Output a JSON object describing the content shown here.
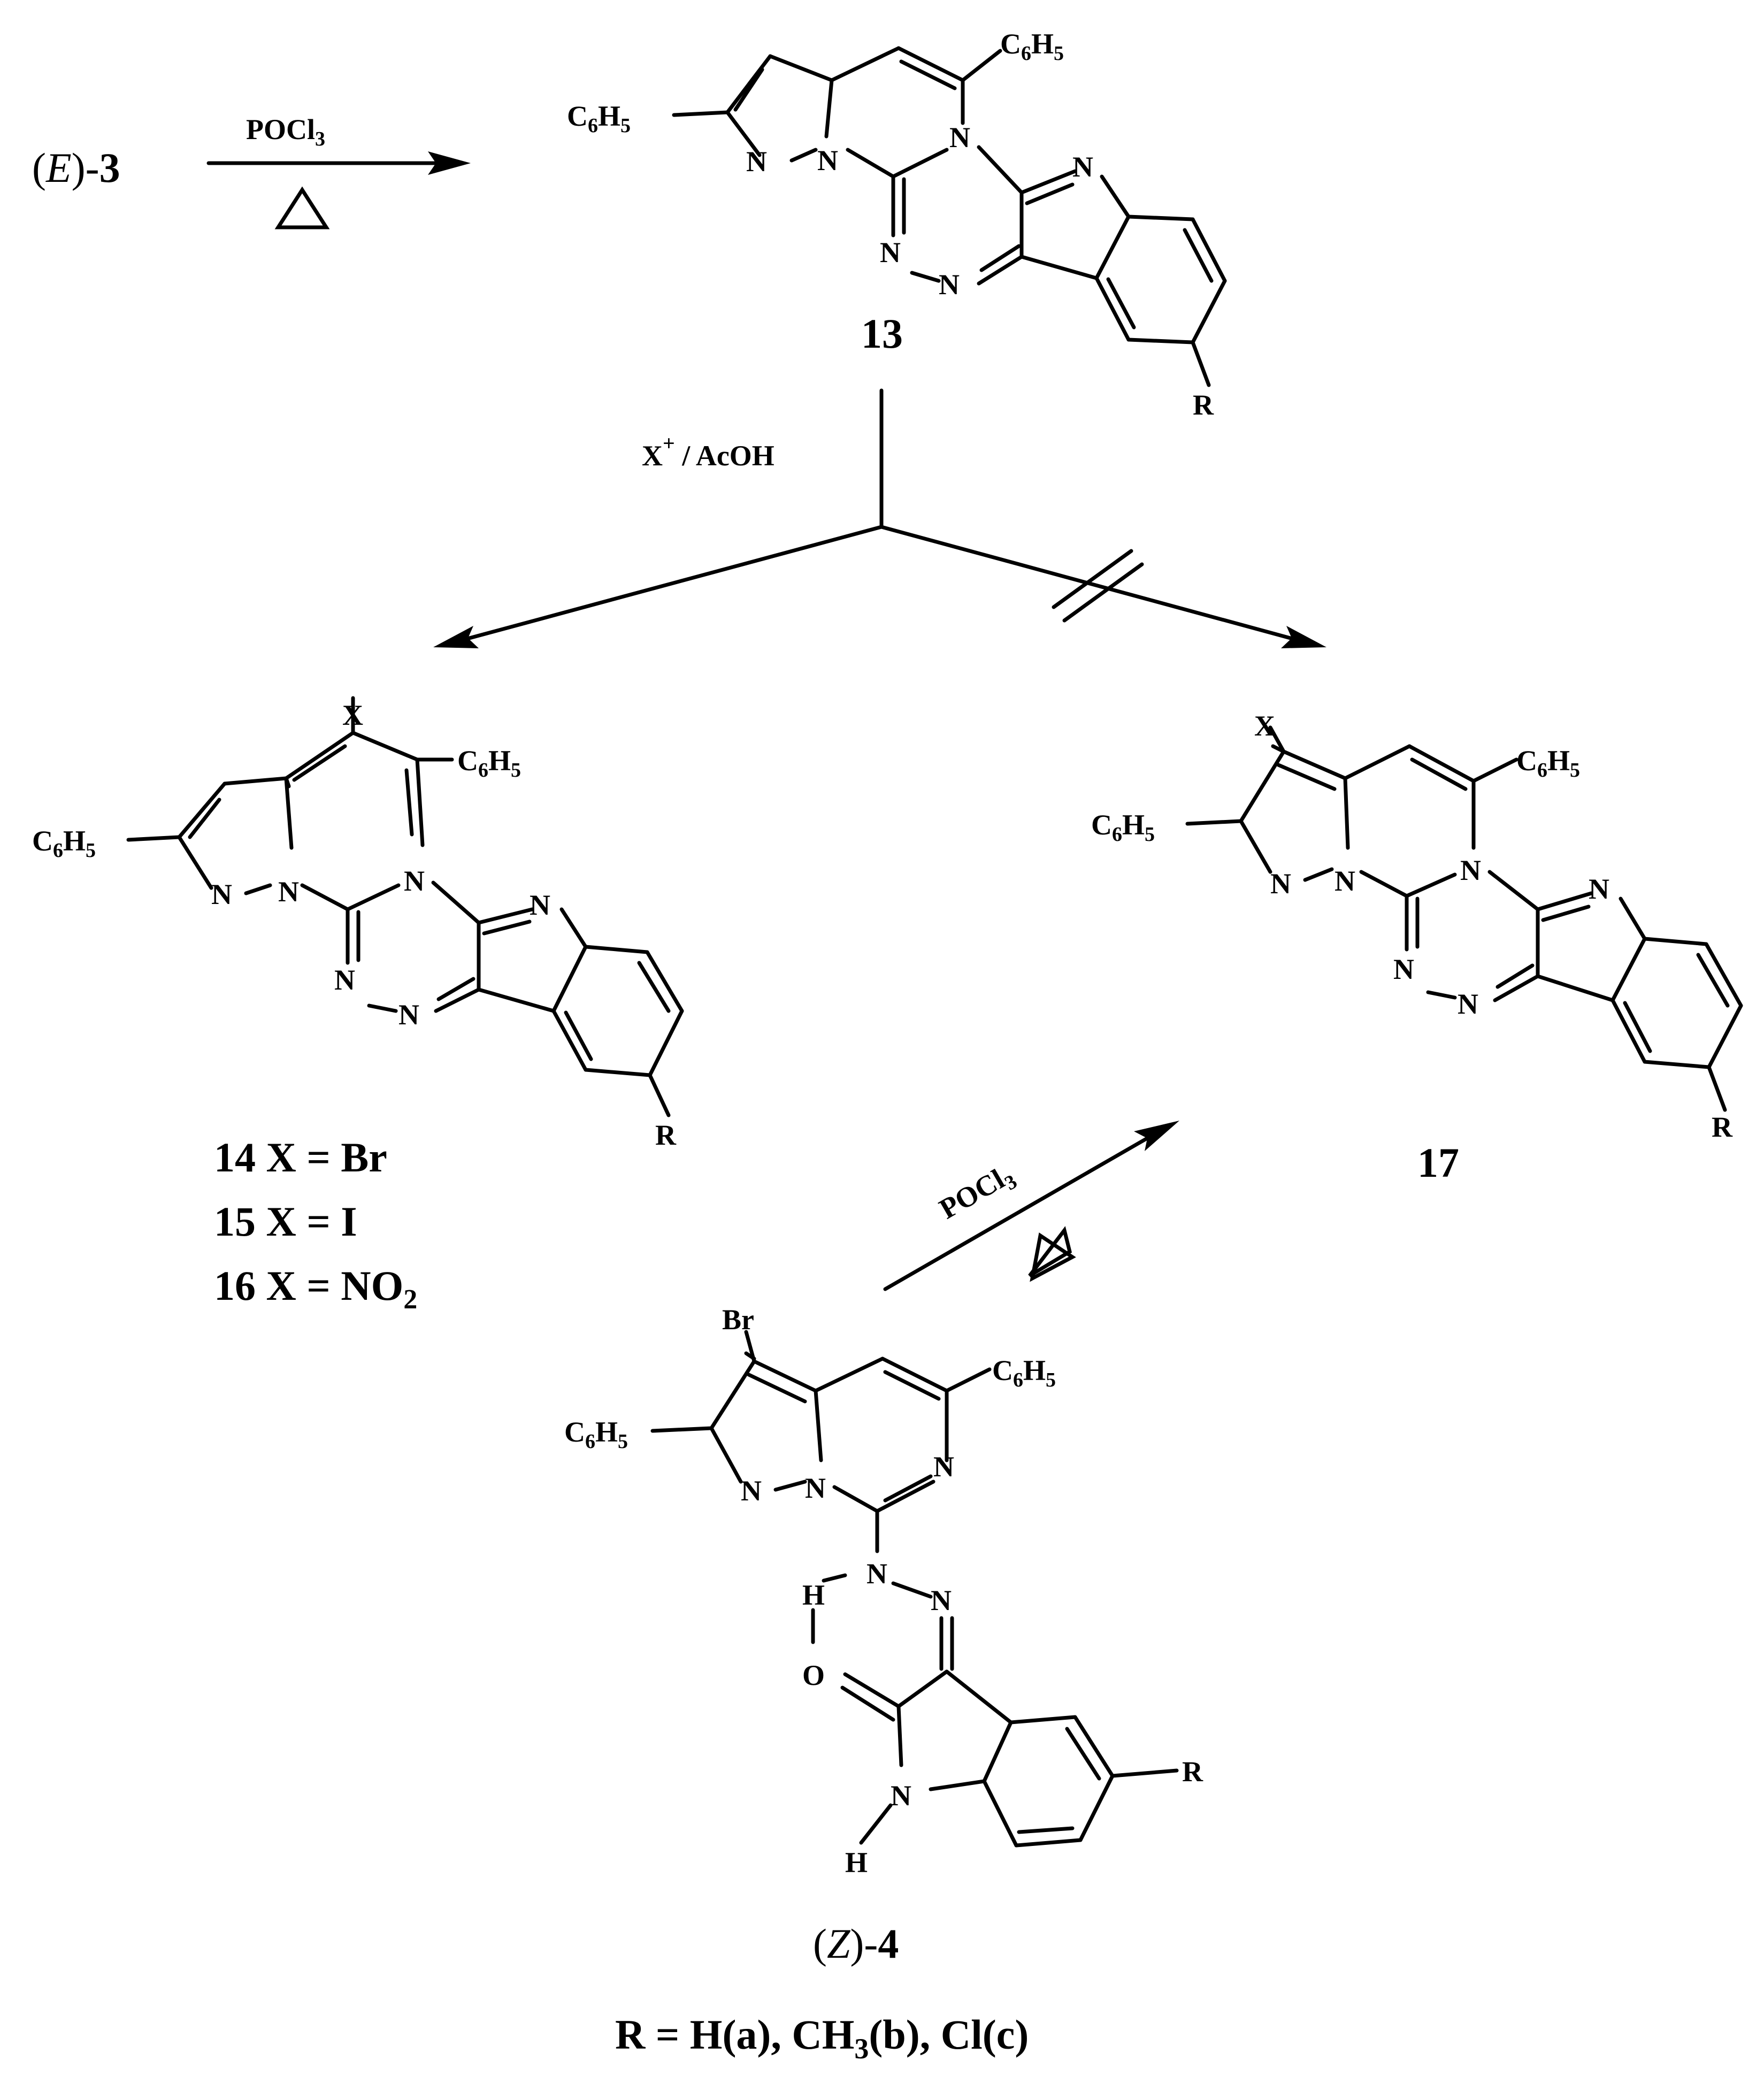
{
  "start": {
    "prefix": "(",
    "stereo": "E",
    "suffix": ")-",
    "number": "3"
  },
  "reagent_top": {
    "text": "POCl",
    "sub": "3"
  },
  "reagent_halogen": {
    "text": "X",
    "sup": "+",
    "suffix": " / AcOH"
  },
  "reagent_bottom": {
    "text": "POCl",
    "sub": "3"
  },
  "compounds": {
    "c13": "13",
    "c17": "17",
    "z4": {
      "prefix": "(",
      "stereo": "Z",
      "suffix": ")-",
      "number": "4"
    }
  },
  "list_14": {
    "num": "14",
    "eq": " X = Br"
  },
  "list_15": {
    "num": "15",
    "eq": " X = I"
  },
  "list_16": {
    "num": "16",
    "eq": " X = NO",
    "sub": "2"
  },
  "footer": {
    "lead": "R = H(a), CH",
    "sub": "3",
    "tail": "(b), Cl(c)"
  },
  "atoms": {
    "N": "N",
    "C": "C",
    "H": "H",
    "O": "O",
    "R": "R",
    "X": "X",
    "Br": "Br",
    "ph_c": "C",
    "ph_6": "6",
    "ph_h": "H",
    "ph_5": "5"
  }
}
